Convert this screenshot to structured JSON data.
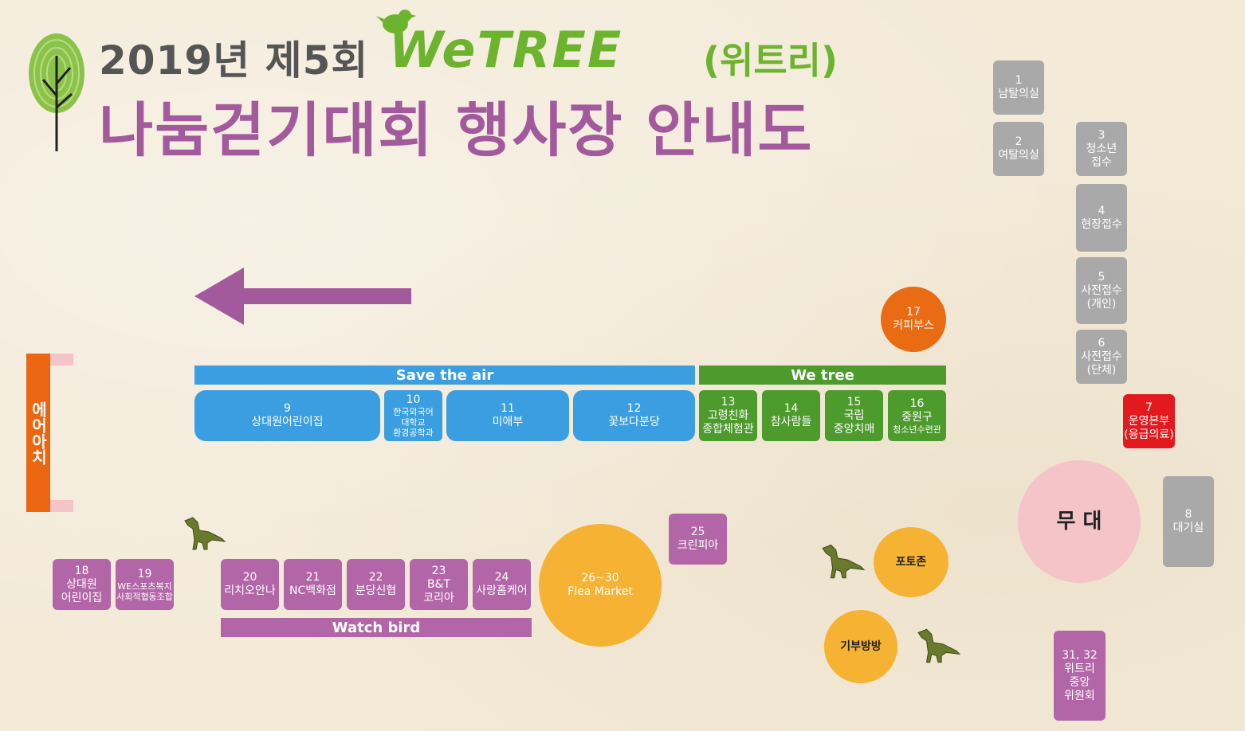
{
  "header": {
    "title_line1": "2019년 제5회",
    "logo_text": "WeTREE",
    "logo_sub": "(위트리)",
    "title_line2": "나눔걷기대회 행사장 안내도"
  },
  "left_arch": {
    "label": "에어아치"
  },
  "banners": {
    "save_the_air": "Save the air",
    "we_tree": "We tree",
    "watch_bird": "Watch bird"
  },
  "booths": {
    "b1": {
      "num": "1",
      "label": "남탈의실"
    },
    "b2": {
      "num": "2",
      "label": "여탈의실"
    },
    "b3": {
      "num": "3",
      "line1": "청소년",
      "line2": "접수"
    },
    "b4": {
      "num": "4",
      "label": "현장접수"
    },
    "b5": {
      "num": "5",
      "line1": "사전접수",
      "line2": "(개인)"
    },
    "b6": {
      "num": "6",
      "line1": "사전접수",
      "line2": "(단체)"
    },
    "b7": {
      "num": "7",
      "line1": "운영본부",
      "line2": "(응급의료)"
    },
    "b8": {
      "num": "8",
      "label": "대기실"
    },
    "b9": {
      "num": "9",
      "label": "상대원어린이집"
    },
    "b10": {
      "num": "10",
      "line1": "한국외국어",
      "line2": "대학교",
      "line3": "환경공학과"
    },
    "b11": {
      "num": "11",
      "label": "미애부"
    },
    "b12": {
      "num": "12",
      "label": "꽃보다분당"
    },
    "b13": {
      "num": "13",
      "line1": "고령친화",
      "line2": "종합체험관"
    },
    "b14": {
      "num": "14",
      "label": "참사람들"
    },
    "b15": {
      "num": "15",
      "line1": "국립",
      "line2": "중앙치매"
    },
    "b16": {
      "num": "16",
      "line1": "중원구",
      "line2": "청소년수련관"
    },
    "b17": {
      "num": "17",
      "label": "커피부스"
    },
    "b18": {
      "num": "18",
      "line1": "상대원",
      "line2": "어린이집"
    },
    "b19": {
      "num": "19",
      "line1": "WE스포츠복지",
      "line2": "사회적협동조합"
    },
    "b20": {
      "num": "20",
      "label": "리치오안나"
    },
    "b21": {
      "num": "21",
      "label": "NC백화점"
    },
    "b22": {
      "num": "22",
      "label": "분당신협"
    },
    "b23": {
      "num": "23",
      "line1": "B&T",
      "line2": "코리아"
    },
    "b24": {
      "num": "24",
      "label": "사랑홈케어"
    },
    "b25": {
      "num": "25",
      "label": "크린피아"
    },
    "b26": {
      "num": "26~30",
      "label": "Flea Market"
    },
    "b31": {
      "num": "31, 32",
      "line1": "위트리",
      "line2": "중앙",
      "line3": "위원회"
    }
  },
  "zones": {
    "stage": "무 대",
    "photo_zone": "포토존",
    "donation_room": "기부방방"
  },
  "colors": {
    "gray": "#a9a9a9",
    "blue": "#3a9ee0",
    "green": "#4d9a2d",
    "purple": "#b266a8",
    "red": "#e3191e",
    "orange": "#e96b13",
    "yellow": "#f6b232",
    "pink": "#f4c4c8",
    "title_purple": "#a35a9c",
    "logo_green": "#6cb42d"
  },
  "icons": [
    "tree-fingerprint-icon",
    "bird-icon",
    "left-arrow-icon",
    "dinosaur-icon"
  ]
}
